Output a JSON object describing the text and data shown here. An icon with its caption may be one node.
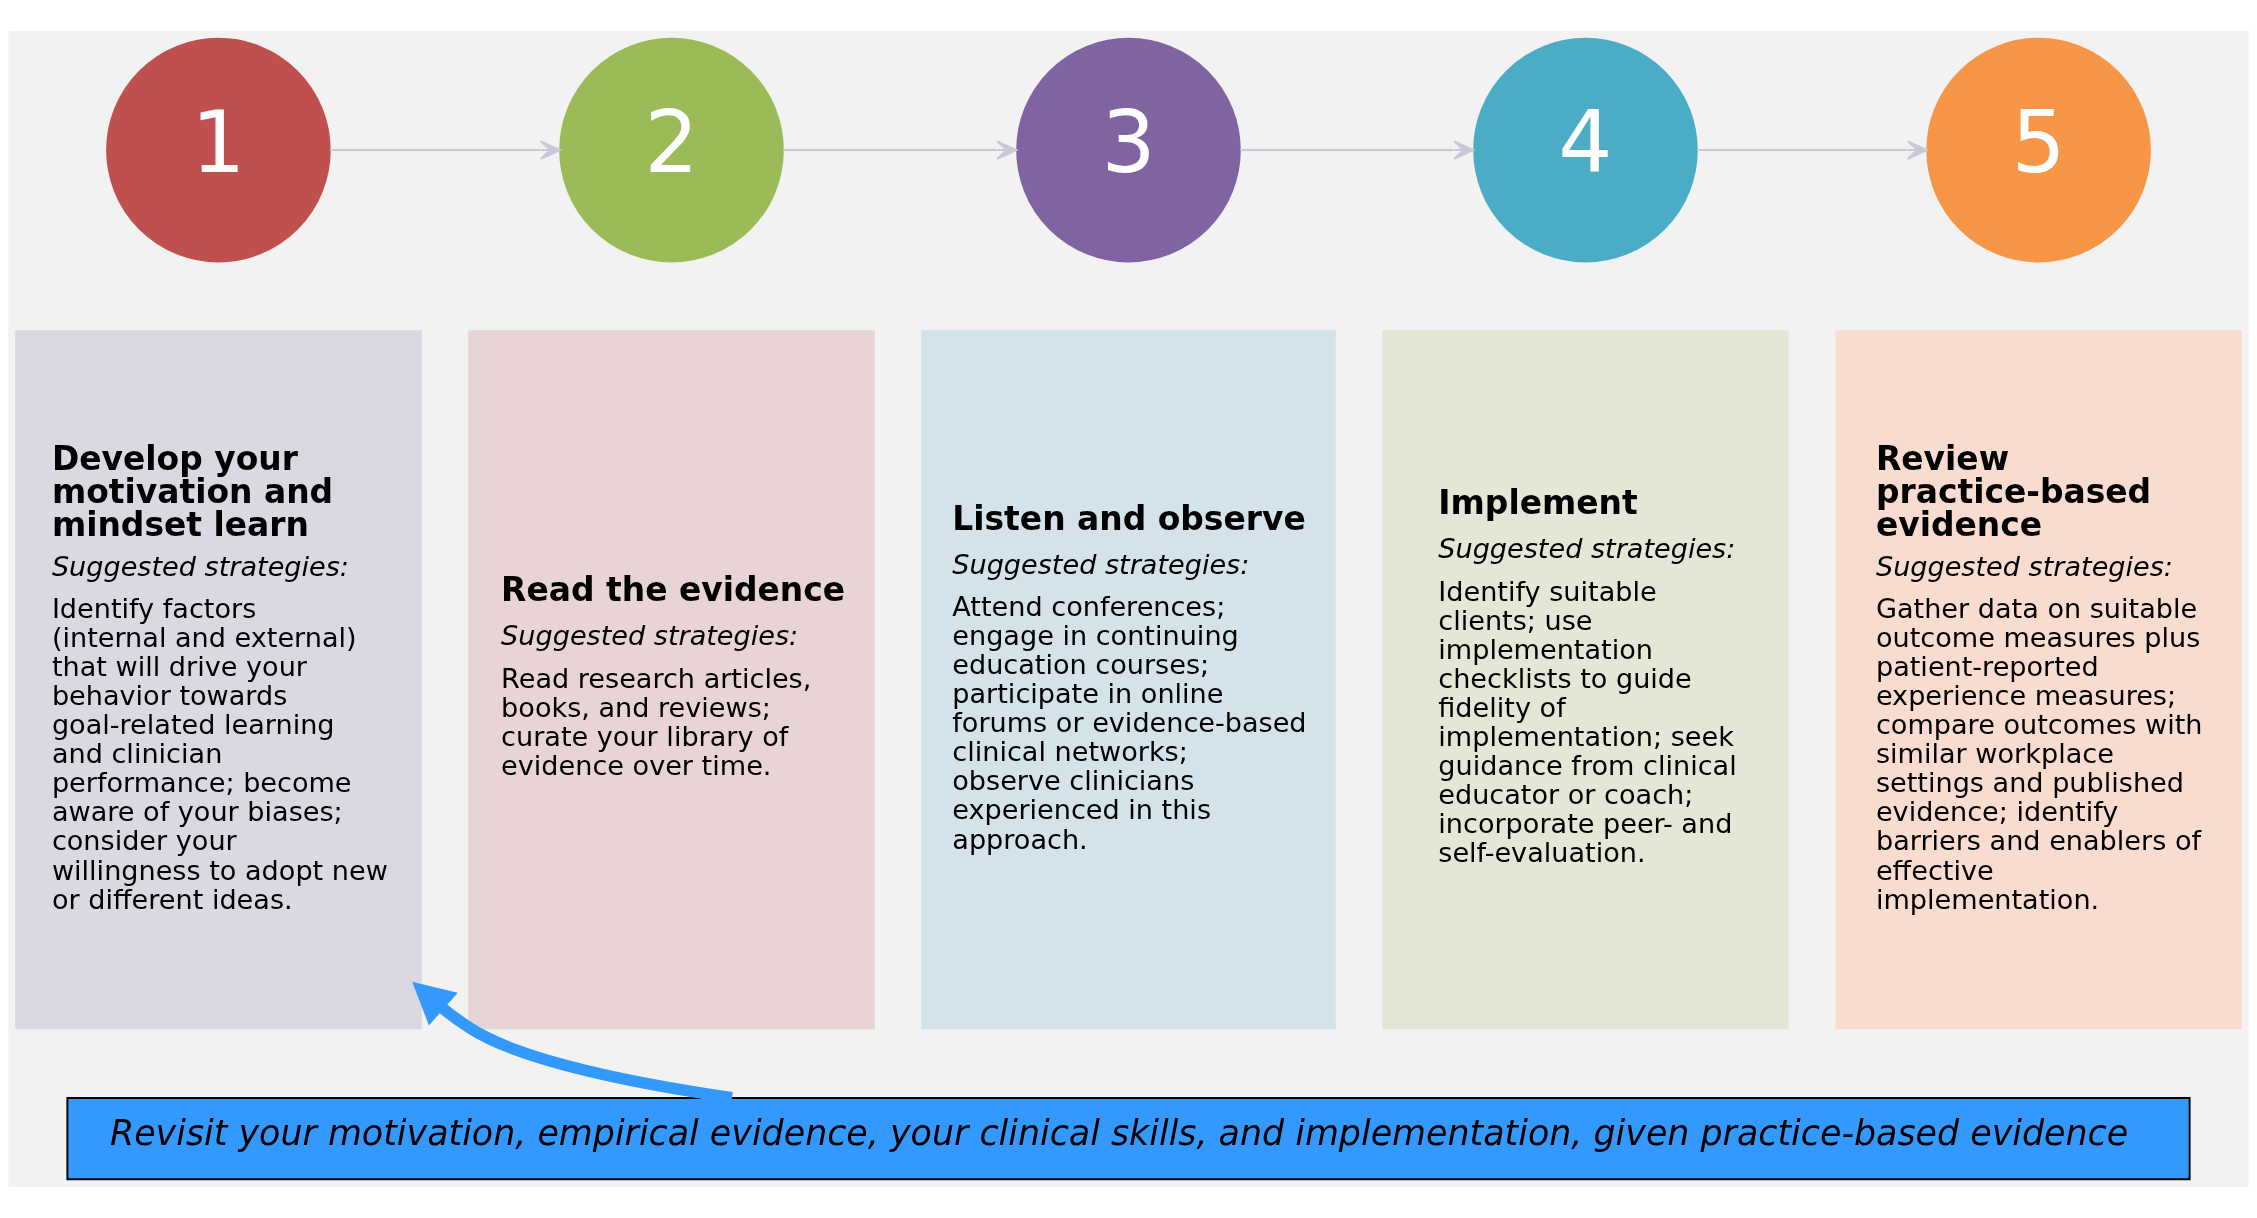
{
  "diagram": {
    "nodes": [
      {
        "text": [
          "1"
        ]
      },
      {
        "text": [
          "2"
        ]
      },
      {
        "text": [
          "3"
        ]
      },
      {
        "text": [
          "4"
        ]
      },
      {
        "text": [
          "5"
        ]
      },
      {
        "text": [
          "Develop your motivation and mindset learn",
          "Suggested strategies:",
          "Identify factors (internal and external) that will drive your behavior towards goal-related learning and clinician performance; become aware of your biases; consider your willingness to adopt new or different ideas."
        ]
      },
      {
        "text": [
          "Read the evidence",
          "Suggested strategies:",
          "Read research articles, books, and reviews; curate your library of evidence over time."
        ]
      },
      {
        "text": [
          "Listen and observe",
          "Suggested strategies:",
          "Attend conferences; engage in continuing education courses; participate in online forums or evidence-based clinical networks; observe clinicians experienced in this approach."
        ]
      },
      {
        "text": [
          "Implement",
          "Suggested strategies:",
          "Identify suitable clients; use implementation checklists to guide fidelity of implementation; seek guidance from clinical educator or coach; incorporate peer- and self-evaluation."
        ]
      },
      {
        "text": [
          "Review practice-based evidence",
          "Suggested strategies:",
          "Gather data on suitable outcome measures plus patient-reported experience measures; compare outcomes with similar workplace settings and published evidence; identify barriers and enablers of effective implementation."
        ]
      },
      {
        "text": [
          "Revisit your motivation, empirical evidence, your clinical skills, and implementation, given practice-based evidence"
        ]
      }
    ],
    "edges": [
      {
        "from": 0,
        "to": 1,
        "arrow": "to"
      },
      {
        "from": 1,
        "to": 2,
        "arrow": "to"
      },
      {
        "from": 2,
        "to": 3,
        "arrow": "to"
      },
      {
        "from": 3,
        "to": 4,
        "arrow": "to"
      },
      {
        "from": 10,
        "to": 5,
        "arrow": "to",
        "style": "thick",
        "color": "#3399ff"
      }
    ]
  }
}
